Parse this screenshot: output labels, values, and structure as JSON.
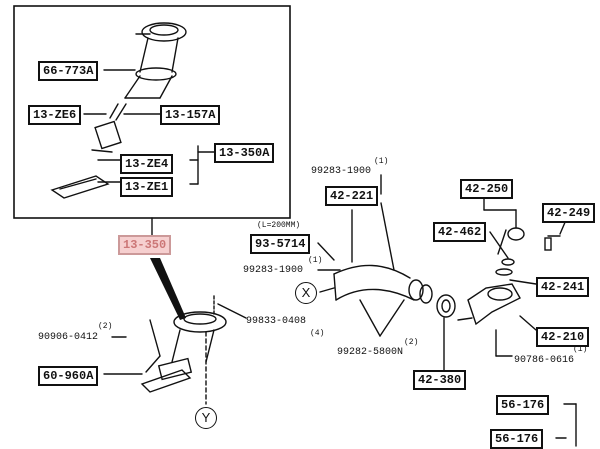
{
  "parts": {
    "p66_773A": "66-773A",
    "p13_ZE6": "13-ZE6",
    "p13_157A": "13-157A",
    "p13_ZE4": "13-ZE4",
    "p13_350A": "13-350A",
    "p13_ZE1": "13-ZE1",
    "p13_350": "13-350",
    "p93_5714": "93-5714",
    "p42_221": "42-221",
    "p42_250": "42-250",
    "p42_462": "42-462",
    "p42_249": "42-249",
    "p42_241": "42-241",
    "p42_210": "42-210",
    "p42_380": "42-380",
    "p60_960A": "60-960A",
    "p56_176a": "56-176",
    "p56_176b": "56-176"
  },
  "numbers": {
    "n99283_top": "99283-1900",
    "n99283_top_qty": "(1)",
    "n_length": "(L=200MM)",
    "n99283_mid": "99283-1900",
    "n99283_mid_qty": "(1)",
    "n99833": "99833-0408",
    "n99833_qty": "(4)",
    "n90906": "90906-0412",
    "n90906_qty": "(2)",
    "n99282": "99282-5800N",
    "n99282_qty": "(2)",
    "n90786": "90786-0616",
    "n90786_qty": "(1)"
  },
  "markers": {
    "x": "X",
    "y": "Y"
  },
  "colors": {
    "ink": "#111111",
    "highlight_fill": "#f6cfcf",
    "highlight_text": "#cc7777"
  }
}
